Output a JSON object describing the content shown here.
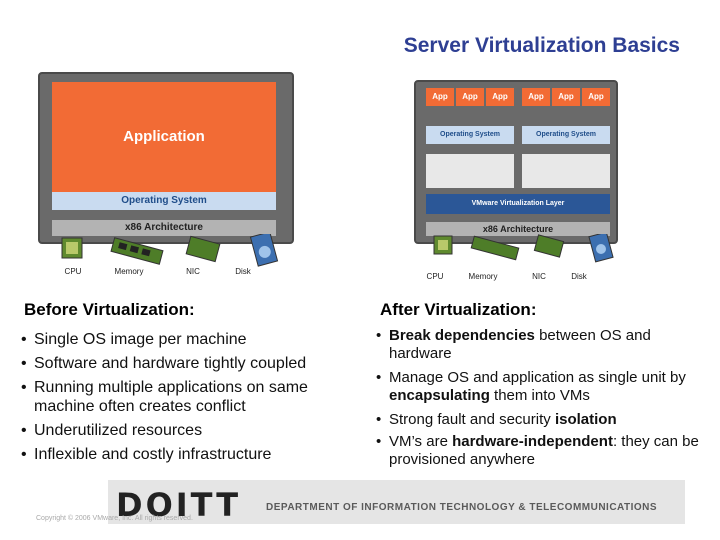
{
  "slide": {
    "title": "Server Virtualization Basics"
  },
  "before": {
    "heading": "Before Virtualization:",
    "diagram": {
      "application": "Application",
      "os": "Operating System",
      "arch": "x86 Architecture",
      "hardware": [
        "CPU",
        "Memory",
        "NIC",
        "Disk"
      ]
    },
    "bullets": [
      "Single OS image per machine",
      "Software and hardware tightly coupled",
      "Running multiple applications on same machine often creates conflict",
      "Underutilized resources",
      "Inflexible and costly infrastructure"
    ]
  },
  "after": {
    "heading": "After Virtualization:",
    "diagram": {
      "app": "App",
      "os": "Operating System",
      "layer": "VMware Virtualization Layer",
      "arch": "x86 Architecture",
      "hardware": [
        "CPU",
        "Memory",
        "NIC",
        "Disk"
      ]
    },
    "bullets": [
      {
        "pre": "",
        "kw": "Break dependencies",
        "post": " between OS and hardware"
      },
      {
        "pre": "Manage OS and application as single unit by ",
        "kw": "encapsulating",
        "post": " them into VMs"
      },
      {
        "pre": "Strong fault and security ",
        "kw": "isolation",
        "post": ""
      },
      {
        "pre": "VM’s are ",
        "kw": "hardware-independent",
        "post": ": they can be provisioned anywhere"
      }
    ]
  },
  "footer": {
    "logo": "DOITT",
    "department": "DEPARTMENT OF INFORMATION TECHNOLOGY & TELECOMMUNICATIONS",
    "copyright": "Copyright © 2006 VMware, Inc. All rights reserved."
  },
  "colors": {
    "title": "#2e3f93",
    "application": "#f26b35",
    "os": "#c9dbf0",
    "virtualization_layer": "#2b5797",
    "frame": "#6a6a6a"
  }
}
